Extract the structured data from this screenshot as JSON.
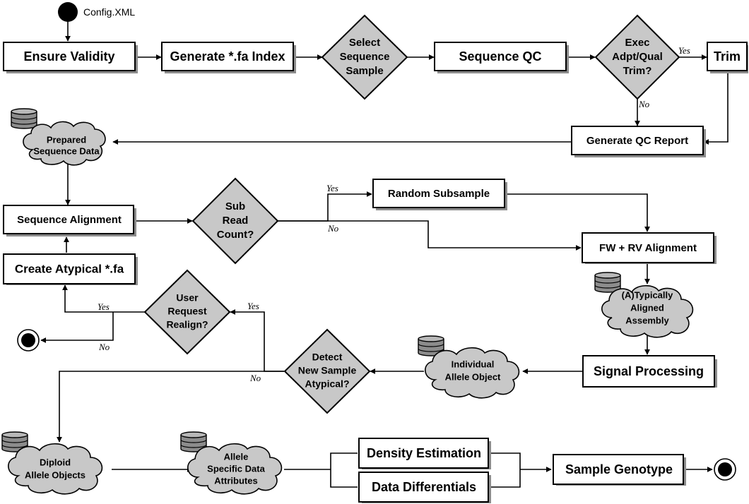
{
  "start_label": "Config.XML",
  "nodes": {
    "ensure_validity": "Ensure Validity",
    "generate_fa_index": "Generate *.fa Index",
    "select_sequence_sample": [
      "Select",
      "Sequence",
      "Sample"
    ],
    "sequence_qc": "Sequence QC",
    "exec_trim": [
      "Exec",
      "Adpt/Qual",
      "Trim?"
    ],
    "trim": "Trim",
    "generate_qc_report": "Generate QC Report",
    "prepared_sequence_data": [
      "Prepared",
      "Sequence Data"
    ],
    "sequence_alignment": "Sequence Alignment",
    "sub_read_count": [
      "Sub",
      "Read",
      "Count?"
    ],
    "random_subsample": "Random Subsample",
    "fw_rv_alignment": "FW + RV Alignment",
    "create_atypical_fa": "Create Atypical *.fa",
    "typically_aligned_assembly": [
      "(A)Typically",
      "Aligned",
      "Assembly"
    ],
    "user_request_realign": [
      "User",
      "Request",
      "Realign?"
    ],
    "signal_processing": "Signal Processing",
    "individual_allele_object": [
      "Individual",
      "Allele Object"
    ],
    "detect_new_sample_atypical": [
      "Detect",
      "New Sample",
      "Atypical?"
    ],
    "diploid_allele_objects": [
      "Diploid",
      "Allele Objects"
    ],
    "allele_specific_data_attributes": [
      "Allele",
      "Specific Data",
      "Attributes"
    ],
    "density_estimation": "Density Estimation",
    "data_differentials": "Data Differentials",
    "sample_genotype": "Sample Genotype"
  },
  "edge_labels": {
    "trim_yes": "Yes",
    "trim_no": "No",
    "sub_yes": "Yes",
    "sub_no": "No",
    "realign_yes": "Yes",
    "realign_no": "No",
    "detect_yes": "Yes",
    "detect_no": "No"
  }
}
